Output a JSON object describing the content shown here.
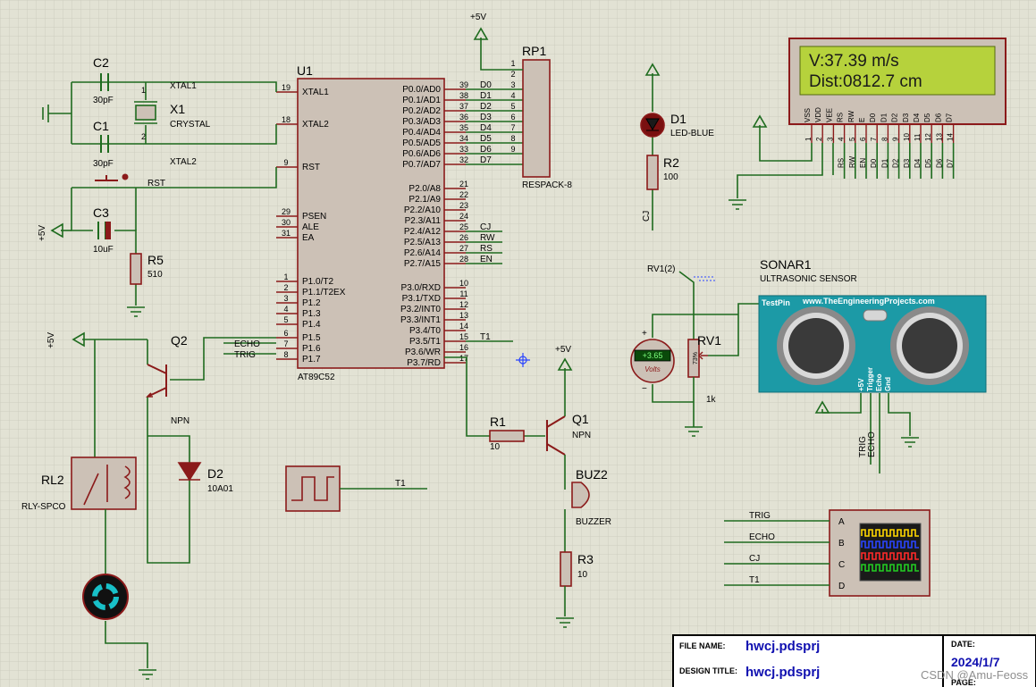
{
  "supply": {
    "vcc": "+5V"
  },
  "u1": {
    "ref": "U1",
    "part": "AT89C52",
    "left_pins": [
      {
        "num": "19",
        "name": "XTAL1"
      },
      {
        "num": "18",
        "name": "XTAL2"
      },
      {
        "num": "9",
        "name": "RST"
      },
      {
        "num": "29",
        "name": "PSEN"
      },
      {
        "num": "30",
        "name": "ALE"
      },
      {
        "num": "31",
        "name": "EA"
      },
      {
        "num": "1",
        "name": "P1.0/T2"
      },
      {
        "num": "2",
        "name": "P1.1/T2EX"
      },
      {
        "num": "3",
        "name": "P1.2"
      },
      {
        "num": "4",
        "name": "P1.3"
      },
      {
        "num": "5",
        "name": "P1.4"
      },
      {
        "num": "6",
        "name": "P1.5"
      },
      {
        "num": "7",
        "name": "P1.6"
      },
      {
        "num": "8",
        "name": "P1.7"
      }
    ],
    "right_pins": [
      {
        "num": "39",
        "name": "P0.0/AD0",
        "net": "D0"
      },
      {
        "num": "38",
        "name": "P0.1/AD1",
        "net": "D1"
      },
      {
        "num": "37",
        "name": "P0.2/AD2",
        "net": "D2"
      },
      {
        "num": "36",
        "name": "P0.3/AD3",
        "net": "D3"
      },
      {
        "num": "35",
        "name": "P0.4/AD4",
        "net": "D4"
      },
      {
        "num": "34",
        "name": "P0.5/AD5",
        "net": "D5"
      },
      {
        "num": "33",
        "name": "P0.6/AD6",
        "net": "D6"
      },
      {
        "num": "32",
        "name": "P0.7/AD7",
        "net": "D7"
      },
      {
        "num": "21",
        "name": "P2.0/A8",
        "net": ""
      },
      {
        "num": "22",
        "name": "P2.1/A9",
        "net": ""
      },
      {
        "num": "23",
        "name": "P2.2/A10",
        "net": ""
      },
      {
        "num": "24",
        "name": "P2.3/A11",
        "net": ""
      },
      {
        "num": "25",
        "name": "P2.4/A12",
        "net": "CJ"
      },
      {
        "num": "26",
        "name": "P2.5/A13",
        "net": "RW"
      },
      {
        "num": "27",
        "name": "P2.6/A14",
        "net": "RS"
      },
      {
        "num": "28",
        "name": "P2.7/A15",
        "net": "EN"
      },
      {
        "num": "10",
        "name": "P3.0/RXD",
        "net": ""
      },
      {
        "num": "11",
        "name": "P3.1/TXD",
        "net": ""
      },
      {
        "num": "12",
        "name": "P3.2/INT0",
        "net": ""
      },
      {
        "num": "13",
        "name": "P3.3/INT1",
        "net": ""
      },
      {
        "num": "14",
        "name": "P3.4/T0",
        "net": ""
      },
      {
        "num": "15",
        "name": "P3.5/T1",
        "net": "T1"
      },
      {
        "num": "16",
        "name": "P3.6/WR",
        "net": ""
      },
      {
        "num": "17",
        "name": "P3.7/RD",
        "net": ""
      }
    ],
    "p1_nets": {
      "p16": "ECHO",
      "p17": "TRIG"
    }
  },
  "rp1": {
    "ref": "RP1",
    "part": "RESPACK-8",
    "pins": [
      "1",
      "2",
      "3",
      "4",
      "5",
      "6",
      "7",
      "8",
      "9"
    ]
  },
  "crystal": {
    "c2": {
      "ref": "C2",
      "value": "30pF"
    },
    "c1": {
      "ref": "C1",
      "value": "30pF"
    },
    "x1": {
      "ref": "X1",
      "value": "CRYSTAL"
    },
    "net_xtal1": "XTAL1",
    "net_xtal2": "XTAL2",
    "pin1": "1",
    "pin2": "2"
  },
  "reset": {
    "c3": {
      "ref": "C3",
      "value": "10uF"
    },
    "r5": {
      "ref": "R5",
      "value": "510"
    },
    "net": "RST"
  },
  "led": {
    "d1": {
      "ref": "D1",
      "value": "LED-BLUE"
    },
    "r2": {
      "ref": "R2",
      "value": "100"
    },
    "net": "CJ"
  },
  "lcd": {
    "line1": "V:37.39 m/s",
    "line2": "Dist:0812.7 cm",
    "pin_names": [
      "VSS",
      "VDD",
      "VEE",
      "RS",
      "RW",
      "E",
      "D0",
      "D1",
      "D2",
      "D3",
      "D4",
      "D5",
      "D6",
      "D7"
    ],
    "pin_nums": [
      "1",
      "2",
      "3",
      "4",
      "5",
      "6",
      "7",
      "8",
      "9",
      "10",
      "11",
      "12",
      "13",
      "14"
    ],
    "net_labels": [
      "RS",
      "RW",
      "EN",
      "D0",
      "D1",
      "D2",
      "D3",
      "D4",
      "D5",
      "D6",
      "D7"
    ]
  },
  "pot": {
    "ref": "RV1",
    "value": "1k",
    "net": "RV1(2)",
    "voltmeter": "+3.65",
    "voltmeter_unit": "Volts",
    "wiper_percent": "73%",
    "meter_plus": "+",
    "meter_minus": "−"
  },
  "sonar": {
    "ref": "SONAR1",
    "part": "ULTRASONIC SENSOR",
    "testpin": "TestPin",
    "website": "www.TheEngineeringProjects.com",
    "pins": [
      "+5V",
      "Trigger",
      "Echo",
      "Gnd"
    ],
    "nets": [
      "TRIG",
      "ECHO"
    ]
  },
  "relay": {
    "q2": {
      "ref": "Q2",
      "type": "NPN"
    },
    "rl2": {
      "ref": "RL2",
      "part": "RLY-SPCO"
    },
    "d2": {
      "ref": "D2",
      "value": "10A01"
    }
  },
  "buzzer": {
    "q1": {
      "ref": "Q1",
      "type": "NPN"
    },
    "r1": {
      "ref": "R1",
      "value": "10"
    },
    "buz": {
      "ref": "BUZ2",
      "part": "BUZZER"
    },
    "r3": {
      "ref": "R3",
      "value": "10"
    }
  },
  "clock": {
    "net": "T1"
  },
  "scope": {
    "channels": [
      {
        "net": "TRIG",
        "label": "A",
        "color": "#ffd700"
      },
      {
        "net": "ECHO",
        "label": "B",
        "color": "#2a44ff"
      },
      {
        "net": "CJ",
        "label": "C",
        "color": "#ff2a2a"
      },
      {
        "net": "T1",
        "label": "D",
        "color": "#22cc22"
      }
    ]
  },
  "titleblock": {
    "file_name_label": "FILE NAME:",
    "file_name": "hwcj.pdsprj",
    "design_title_label": "DESIGN TITLE:",
    "design_title": "hwcj.pdsprj",
    "date_label": "DATE:",
    "date": "2024/1/7",
    "page_label": "PAGE:"
  },
  "watermark": "CSDN @Amu-Feoss",
  "colors": {
    "background": "#e2e2d4",
    "wire": "#1e6b1e",
    "body": "#ccc1b6",
    "outline": "#8b1a1a",
    "lcd_green": "#b6d23c"
  }
}
